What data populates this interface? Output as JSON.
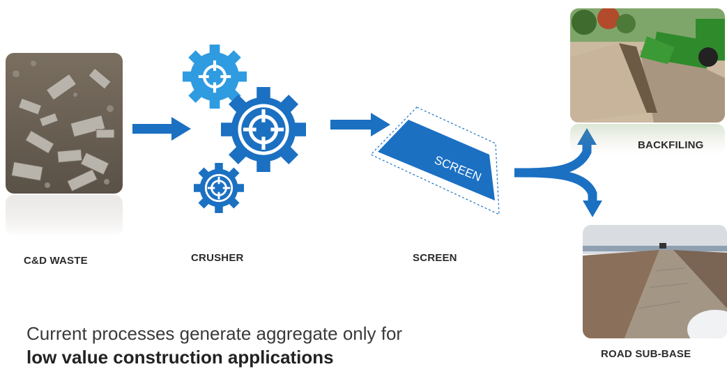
{
  "labels": {
    "waste": "C&D WASTE",
    "crusher": "CRUSHER",
    "screen": "SCREEN",
    "screen_shape_text": "SCREEN",
    "backfiling": "BACKFILING",
    "road": "ROAD SUB-BASE"
  },
  "caption": {
    "line1": "Current processes generate aggregate only for",
    "line2": "low value construction applications"
  },
  "colors": {
    "primary_blue": "#1b70c2",
    "light_blue": "#2f9be0",
    "text_dark": "#2b2b2b"
  },
  "icons": [
    "gear-icon",
    "crosshair-icon",
    "arrow-right-icon",
    "split-arrow-icon"
  ]
}
